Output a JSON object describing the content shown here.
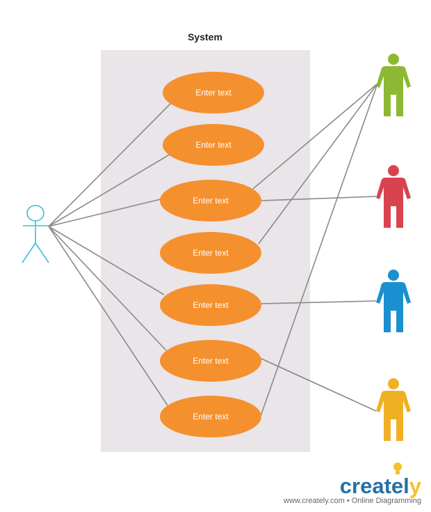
{
  "system": {
    "title": "System",
    "background": "#e9e5e9"
  },
  "use_cases": [
    {
      "label": "Enter text"
    },
    {
      "label": "Enter text"
    },
    {
      "label": "Enter text"
    },
    {
      "label": "Enter text"
    },
    {
      "label": "Enter text"
    },
    {
      "label": "Enter text"
    },
    {
      "label": "Enter text"
    }
  ],
  "colors": {
    "use_case_fill": "#f5902e",
    "line": "#8a8a8a",
    "stick_actor": "#3bbfcf",
    "actor_green": "#8cb834",
    "actor_red": "#d9434f",
    "actor_blue": "#1b8fcf",
    "actor_yellow": "#f0b024",
    "brand_text": "#2471a8",
    "brand_bulb": "#f2c230"
  },
  "actors": [
    {
      "name": "stick-actor",
      "icon": "stick-figure-icon"
    },
    {
      "name": "green-actor",
      "icon": "person-icon"
    },
    {
      "name": "red-actor",
      "icon": "person-icon"
    },
    {
      "name": "blue-actor",
      "icon": "person-icon"
    },
    {
      "name": "yellow-actor",
      "icon": "person-icon"
    }
  ],
  "footer": {
    "brand": "creately",
    "brand_prefix": "creat",
    "brand_y": "y",
    "tagline": "www.creately.com • Online Diagramming"
  }
}
